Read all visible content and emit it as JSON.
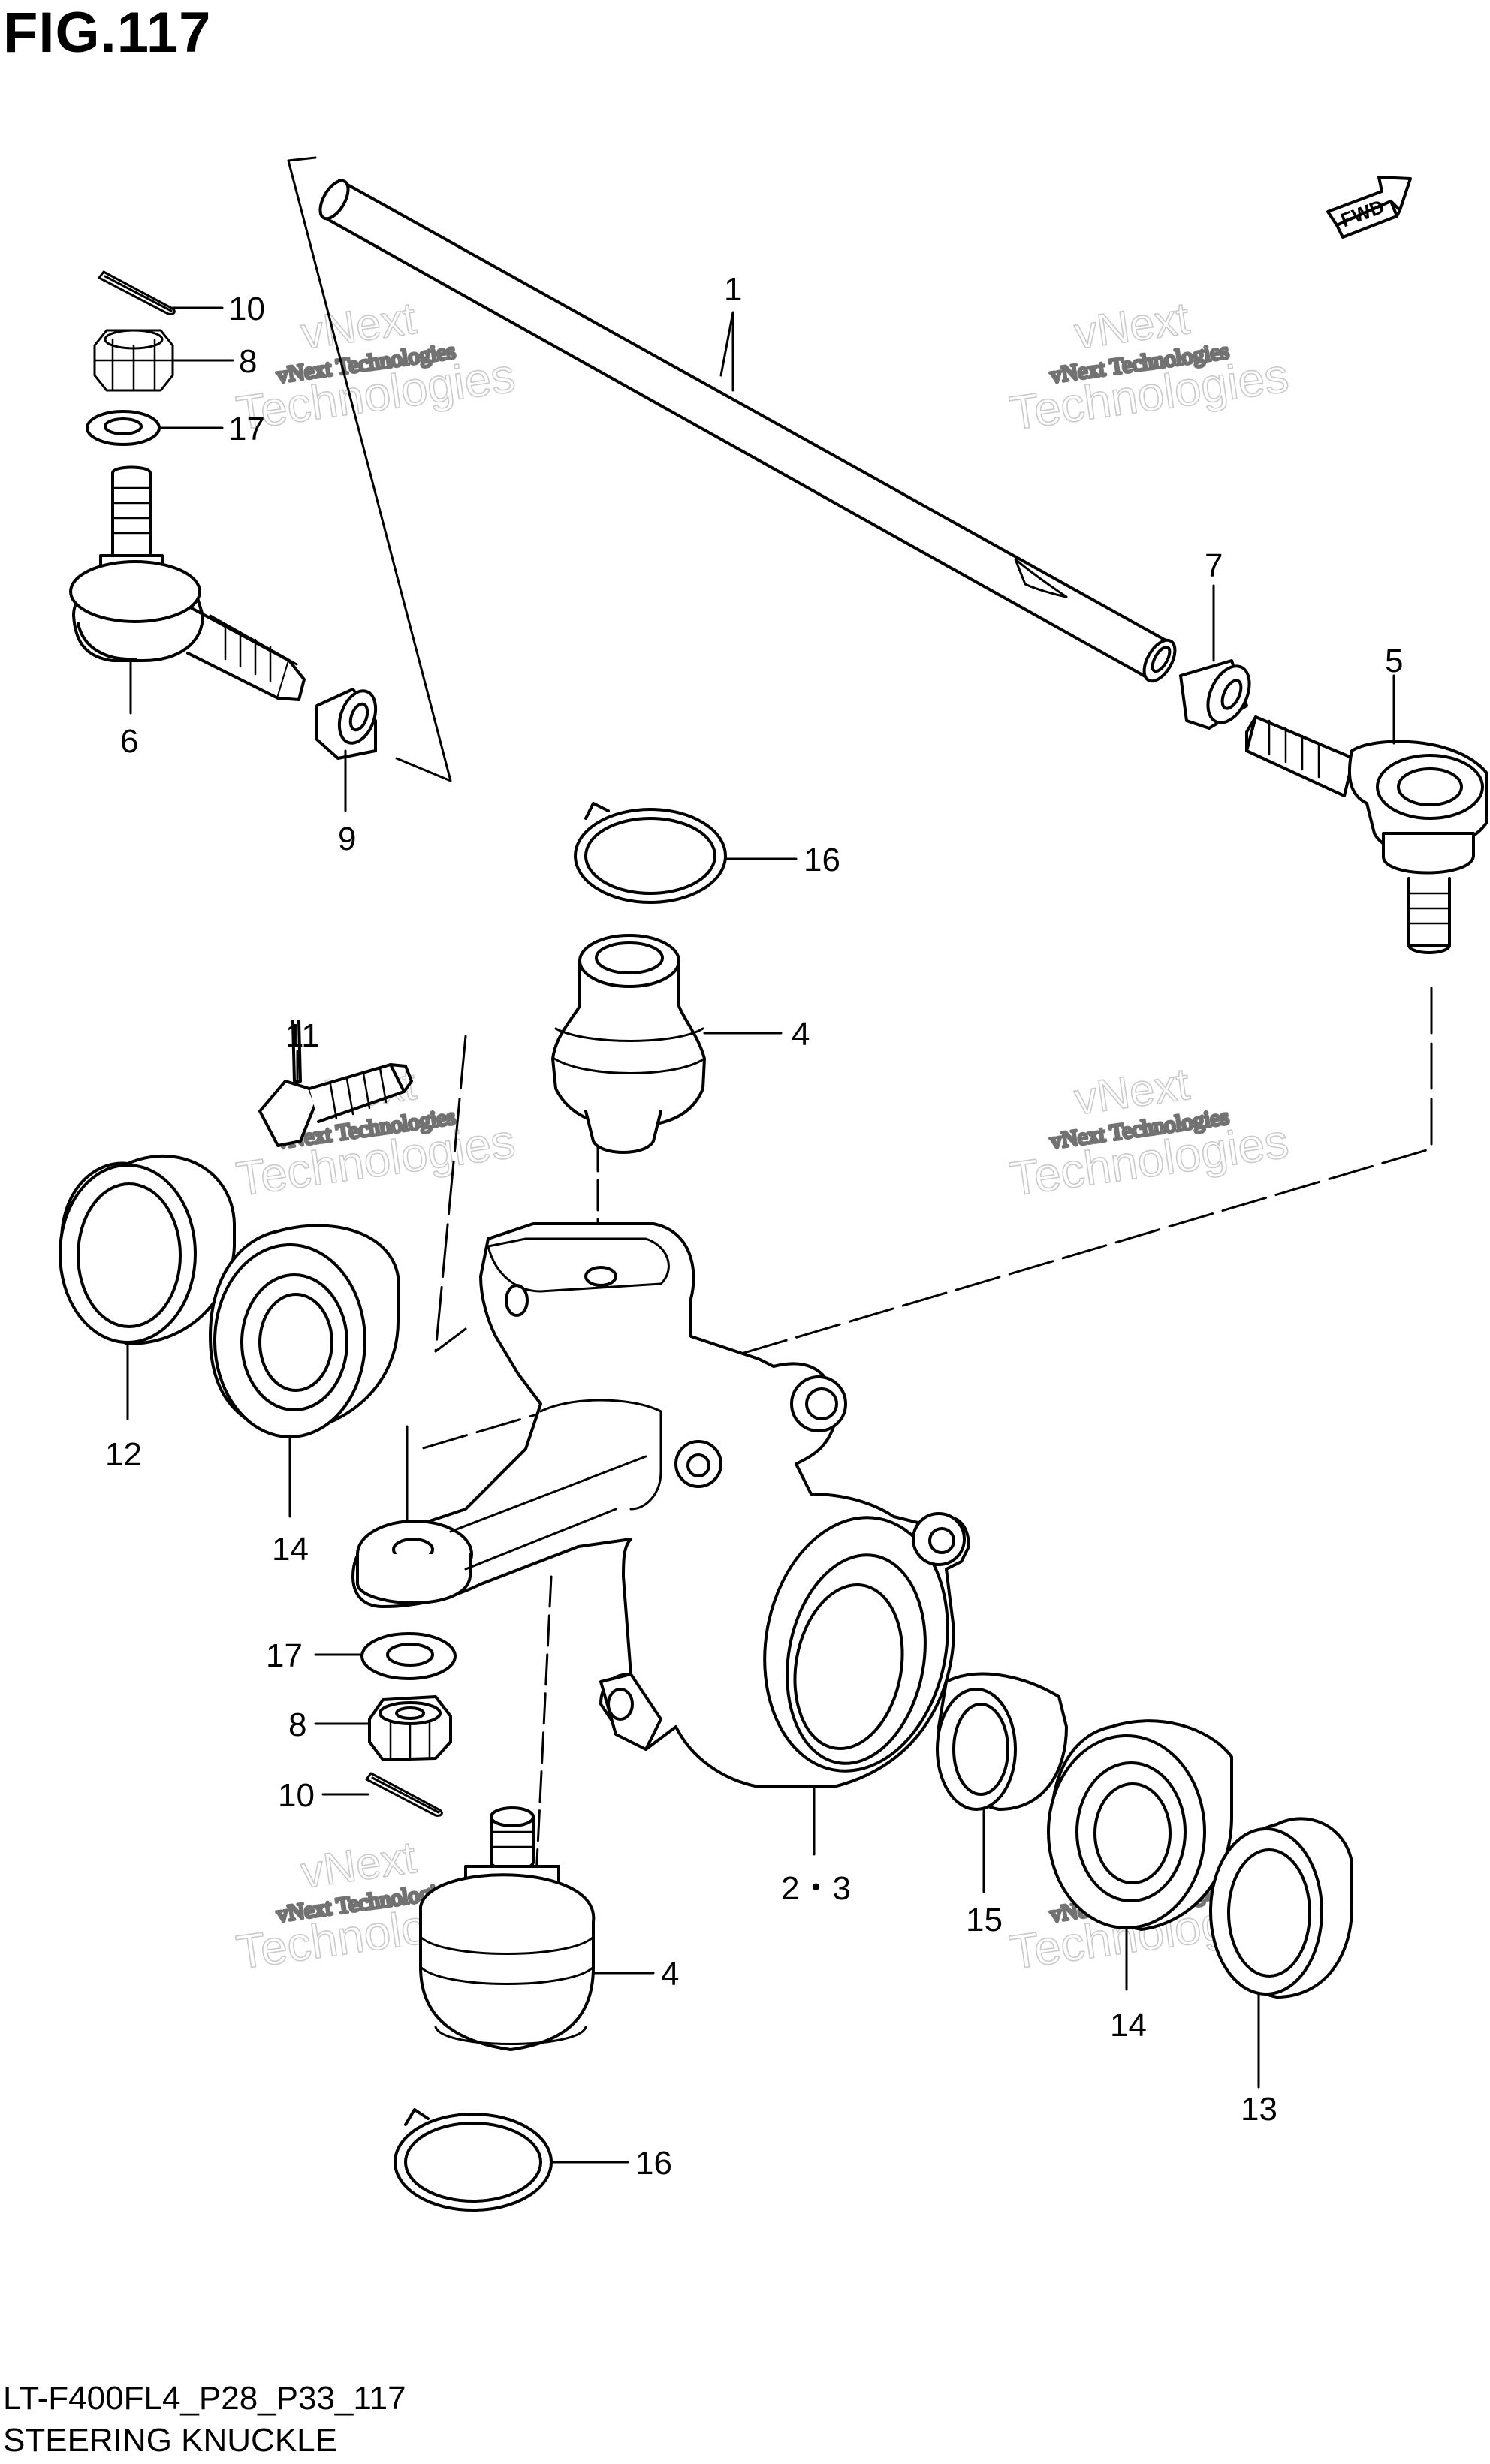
{
  "figure_title": "FIG.117",
  "footer": {
    "code": "LT-F400FL4_P28_P33_117",
    "name": "STEERING KNUCKLE"
  },
  "fwd_label": "FWD",
  "watermark": {
    "line1": "vNext Technologies",
    "line2": "vNext",
    "line3": "Technologies"
  },
  "callouts": {
    "c1": "1",
    "c23": "2・3",
    "c4_top": "4",
    "c4_bottom": "4",
    "c5": "5",
    "c6": "6",
    "c7": "7",
    "c8_top": "8",
    "c8_bottom": "8",
    "c9": "9",
    "c10_top": "10",
    "c10_bottom": "10",
    "c11": "11",
    "c12": "12",
    "c13": "13",
    "c14_left": "14",
    "c14_right": "14",
    "c15": "15",
    "c16_top": "16",
    "c16_bottom": "16",
    "c17_top": "17",
    "c17_bottom": "17"
  }
}
